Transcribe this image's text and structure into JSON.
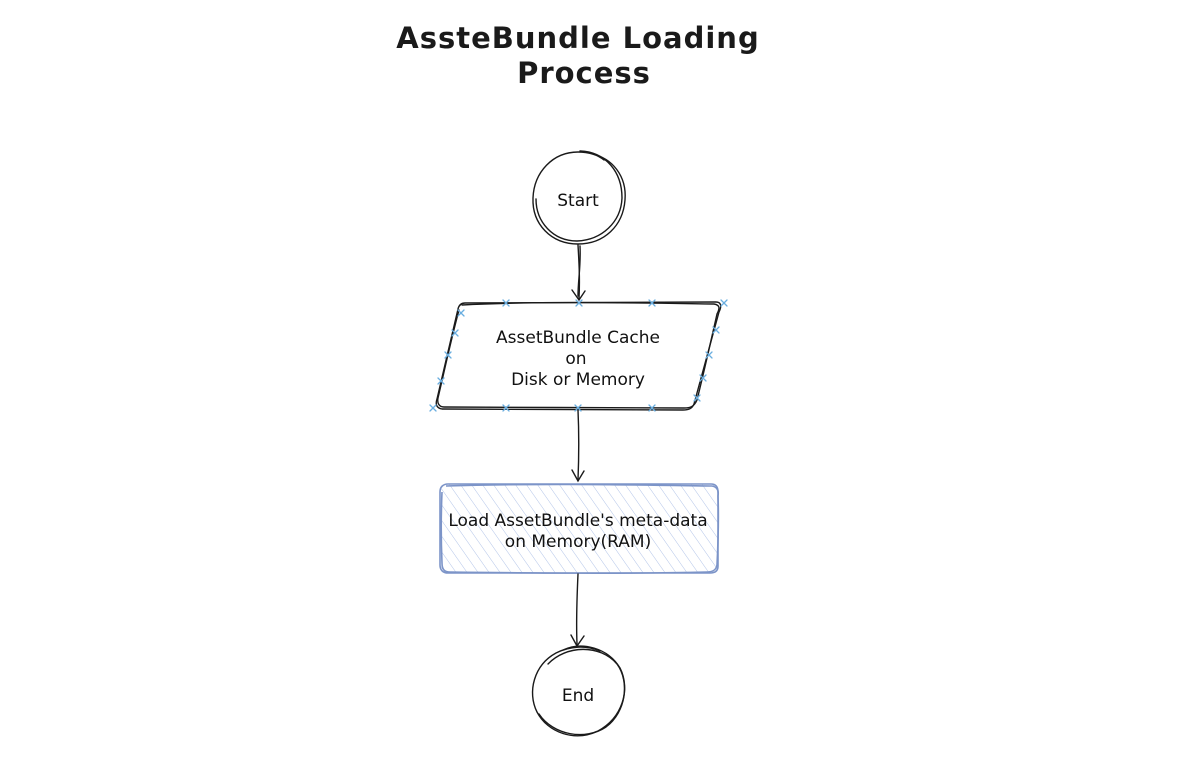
{
  "diagram": {
    "title": [
      "AssteBundle Loading",
      "Process"
    ],
    "nodes": {
      "start": {
        "label": [
          "Start"
        ]
      },
      "cache": {
        "label": [
          "AssetBundle Cache",
          "on",
          "Disk or Memory"
        ]
      },
      "load": {
        "label": [
          "Load AssetBundle's meta-data",
          "on Memory(RAM)"
        ]
      },
      "end": {
        "label": [
          "End"
        ]
      }
    },
    "edges": [
      {
        "from": "start",
        "to": "cache"
      },
      {
        "from": "cache",
        "to": "load"
      },
      {
        "from": "load",
        "to": "end"
      }
    ],
    "colors": {
      "stroke": "#1a1a1a",
      "selection_handles": "#6aaee0",
      "process_box_border": "#7c94c8",
      "process_box_hatch": "#a9bde6"
    }
  }
}
